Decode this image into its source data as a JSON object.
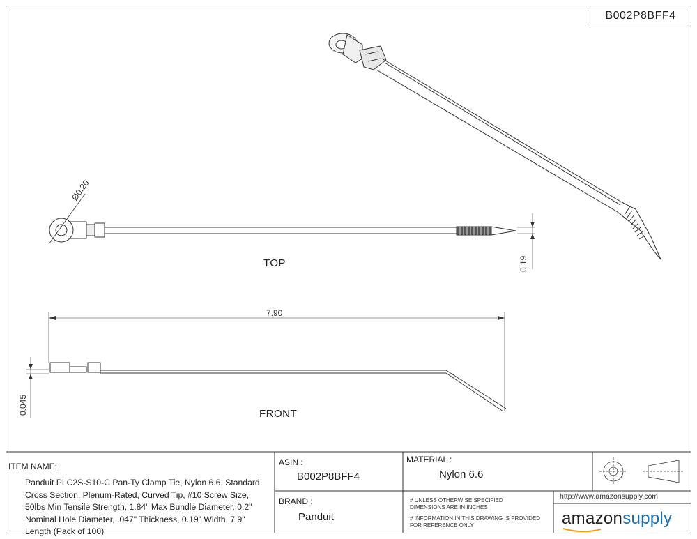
{
  "header": {
    "asin_code": "B002P8BFF4"
  },
  "views": {
    "top_label": "TOP",
    "front_label": "FRONT"
  },
  "dimensions": {
    "hole_diameter": "Ø0.20",
    "width": "0.19",
    "length": "7.90",
    "thickness": "0.045"
  },
  "title_block": {
    "item_name_label": "ITEM NAME:",
    "item_name_value": "Panduit PLC2S-S10-C Pan-Ty Clamp Tie, Nylon 6.6, Standard Cross Section, Plenum-Rated, Curved Tip, #10 Screw Size, 50lbs Min Tensile Strength, 1.84\" Max Bundle Diameter, 0.2\" Nominal Hole Diameter, .047\" Thickness, 0.19\" Width, 7.9\" Length (Pack of 100)",
    "asin_label": "ASIN :",
    "asin_value": "B002P8BFF4",
    "material_label": "MATERIAL :",
    "material_value": "Nylon 6.6",
    "brand_label": "BRAND :",
    "brand_value": "Panduit",
    "note_1": "# UNLESS OTHERWISE SPECIFIED DIMENSIONS ARE IN INCHES",
    "note_2": "# INFORMATION IN THIS DRAWING IS PROVIDED FOR REFERENCE ONLY",
    "url": "http://www.amazonsupply.com",
    "logo_left": "amazon",
    "logo_right": "supply"
  },
  "colors": {
    "line": "#333333",
    "accent_logo": "#f39c12"
  }
}
